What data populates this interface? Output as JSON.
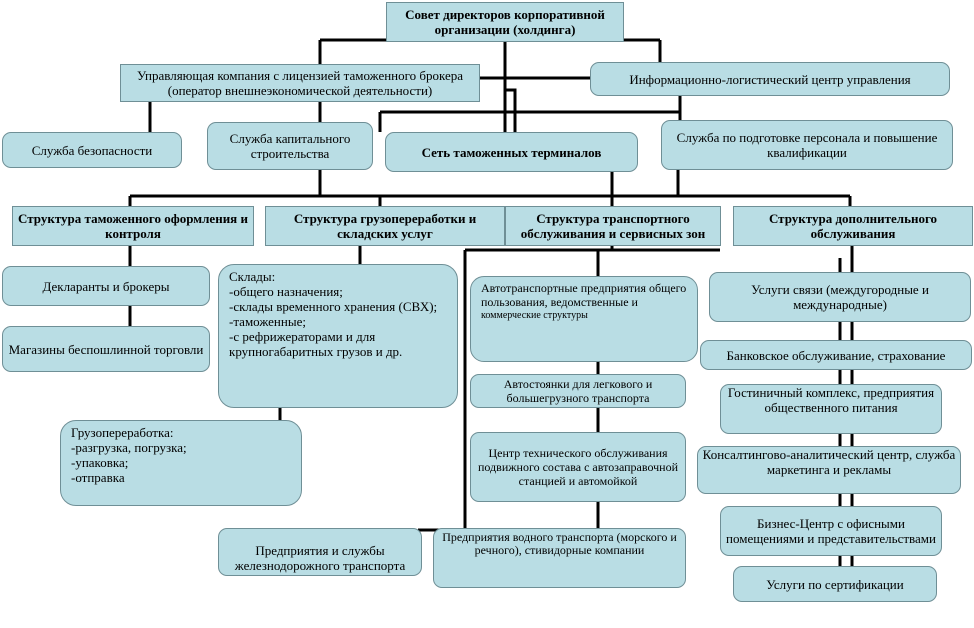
{
  "top": {
    "board": "Совет директоров корпоративной организации (холдинга)"
  },
  "level2": {
    "management": "Управляющая компания с лицензией таможенного брокера (оператор внешнеэкономической деятельности)",
    "info_center": "Информационно-логистический центр управления"
  },
  "level3": {
    "security": "Служба безопасности",
    "capital": "Служба капитального строительства",
    "terminals": "Сеть таможенных терминалов",
    "training": "Служба по подготовке персонала и повышение квалификации"
  },
  "structures": {
    "customs": "Структура таможенного оформления и контроля",
    "cargo": "Структура грузопереработки и складских услуг",
    "transport": "Структура транспортного обслуживания и сервисных зон",
    "additional": "Структура дополнительного обслуживания"
  },
  "customs_items": {
    "declarants": "Декларанты и брокеры",
    "dutyfree": "Магазины беспошлинной торговли"
  },
  "cargo_items": {
    "warehouses": "Склады:\n-общего назначения;\n-склады временного хранения (СВХ);\n-таможенные;\n-с рефрижераторами и для крупногабаритных грузов и др.",
    "handling": "Грузопереработка:\n-разгрузка, погрузка;\n-упаковка;\n-отправка"
  },
  "transport_items": {
    "road_main": "Автотранспортные предприятия общего пользования, ведомственные и",
    "road_sub": "коммерческие структуры",
    "parking": "Автостоянки для легкового и большегрузного транспорта",
    "service_center": "Центр технического обслуживания подвижного состава с автозаправочной станцией и автомойкой",
    "rail": "Предприятия и службы железнодорожного транспорта",
    "water": "Предприятия водного транспорта (морского и речного), стивидорные компании"
  },
  "additional_items": {
    "communications": "Услуги связи (междугородные и международные)",
    "banking": "Банковское обслуживание, страхование",
    "hotel": "Гостиничный комплекс, предприятия общественного питания",
    "consulting": "Консалтингово-аналитический центр, служба маркетинга и рекламы",
    "business": "Бизнес-Центр с офисными помещениями и представительствами",
    "certification": "Услуги по сертификации"
  }
}
